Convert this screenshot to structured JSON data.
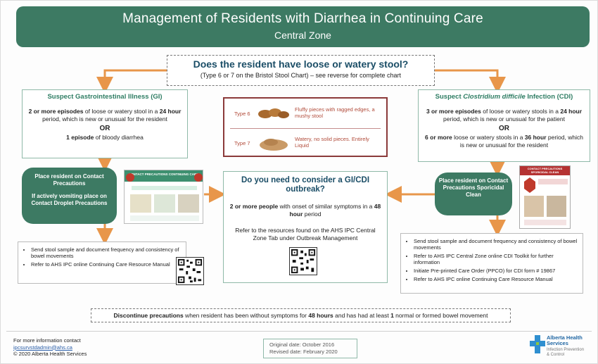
{
  "header": {
    "title": "Management of Residents with Diarrhea in Continuing Care",
    "subtitle": "Central Zone"
  },
  "question": {
    "text": "Does the resident have loose or watery stool?",
    "sub": "(Type 6 or 7 on the Bristol Stool Chart) – see reverse for complete chart"
  },
  "gi": {
    "title": "Suspect Gastrointestinal Illness (GI)",
    "p1_bold1": "2 or more episodes",
    "p1_mid": " of loose or watery stool in a ",
    "p1_bold2": "24 hour",
    "p1_end": " period, which is new or unusual for the resident",
    "or": "OR",
    "p2_bold": "1 episode",
    "p2_end": " of bloody diarrhea"
  },
  "cdi": {
    "title_pre": "Suspect ",
    "title_italic": "Clostridium difficile",
    "title_post": " Infection (CDI)",
    "p1_bold1": "3 or more episodes",
    "p1_mid": " of loose or watery stools in a ",
    "p1_bold2": "24 hour",
    "p1_end": " period, which is new or unusual for the patient",
    "or": "OR",
    "p2_bold1": "6 or more",
    "p2_mid": " loose or watery stools in a ",
    "p2_bold2": "36 hour",
    "p2_end": " period, which is new or unusual for the resident"
  },
  "stool": {
    "rows": [
      {
        "type": "Type 6",
        "desc": "Fluffy pieces with ragged edges, a mushy stool"
      },
      {
        "type": "Type 7",
        "desc": "Watery, no solid pieces. Entirely Liquid"
      }
    ]
  },
  "left_pill": {
    "line1": "Place resident on Contact Precautions",
    "line2": "If actively vomiting place on Contact Droplet Precautions"
  },
  "right_pill": {
    "text": "Place resident on Contact Precautions Sporicidal Clean"
  },
  "poster_left": {
    "title": "CONTACT PRECAUTIONS\nCONTINUING CARE"
  },
  "poster_right": {
    "title": "CONTACT PRECAUTIONS\nSPORICIDAL CLEAN"
  },
  "outbreak": {
    "question": "Do you need to consider a GI/CDI outbreak?",
    "p1_bold": "2 or more people",
    "p1_mid": " with onset of similar symptoms in a ",
    "p1_bold2": "48 hour",
    "p1_end": " period",
    "p2": "Refer to the resources found on the AHS IPC Central Zone Tab under Outbreak Management"
  },
  "left_list": [
    "Send stool sample and document frequency and consistency of bowel movements",
    "Refer to AHS IPC online Continuing Care Resource Manual"
  ],
  "right_list": [
    "Send stool sample and document frequency and consistency of bowel movements",
    "Refer to AHS IPC Central Zone online CDI Toolkit for further information",
    "Initiate Pre-printed Care Order (PPCO) for CDI form # 19867",
    "Refer to AHS IPC online Continuing Care Resource Manual"
  ],
  "discontinue": {
    "bold1": "Discontinue precautions",
    "mid1": " when resident has been without symptoms for ",
    "bold2": "48 hours",
    "mid2": " and has had at least ",
    "bold3": "1",
    "end": " normal or formed bowel movement"
  },
  "footer": {
    "contact": "For more information contact",
    "email": "ipcsurvstdadmin@ahs.ca",
    "copyright": "© 2020 Alberta Health Services",
    "original": "Original date:  October 2016",
    "revised": "Revised date:   February 2020",
    "logo_line1": "Alberta Health",
    "logo_line2": "Services",
    "logo_sub1": "Infection Prevention",
    "logo_sub2": "& Control"
  },
  "colors": {
    "header_green": "#3d7a63",
    "arrow_orange": "#e8964a",
    "title_blue": "#1a4d66",
    "stool_border": "#8b3a3a"
  }
}
